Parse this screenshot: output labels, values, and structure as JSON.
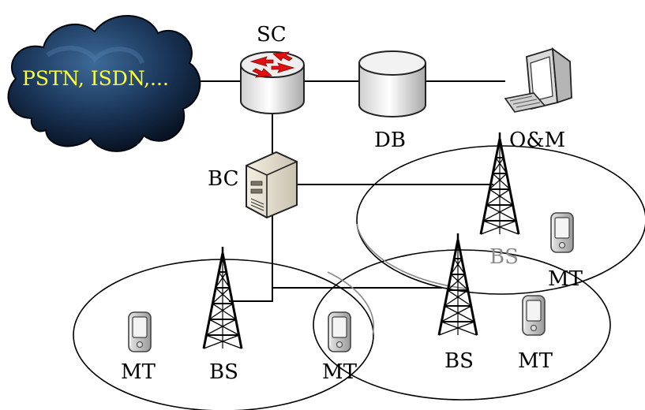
{
  "colors": {
    "cloud_dark": "#0b1f3a",
    "cloud_light": "#3d6a99",
    "cloud_text": "#ffff33",
    "router_arrows": "#e01010",
    "cell_outline": "#000000",
    "cell_outline_faded": "#8a8a8a",
    "device_gray": "#bfbfbf"
  },
  "labels": {
    "cloud": "PSTN, ISDN,...",
    "switching_center": "SC",
    "database": "DB",
    "operations": "O&M",
    "base_controller": "BC",
    "bs_top_right": "BS",
    "bs_bottom_left": "BS",
    "bs_bottom_right": "BS",
    "mt_top_right": "MT",
    "mt_bottom_left": "MT",
    "mt_bottom_middle": "MT",
    "mt_bottom_right": "MT"
  },
  "icons": {
    "cloud": "cloud-icon",
    "router": "router-icon",
    "database": "database-cylinder-icon",
    "workstation": "computer-monitor-icon",
    "server": "server-tower-icon",
    "tower": "cell-tower-icon",
    "handset": "mobile-phone-icon"
  }
}
